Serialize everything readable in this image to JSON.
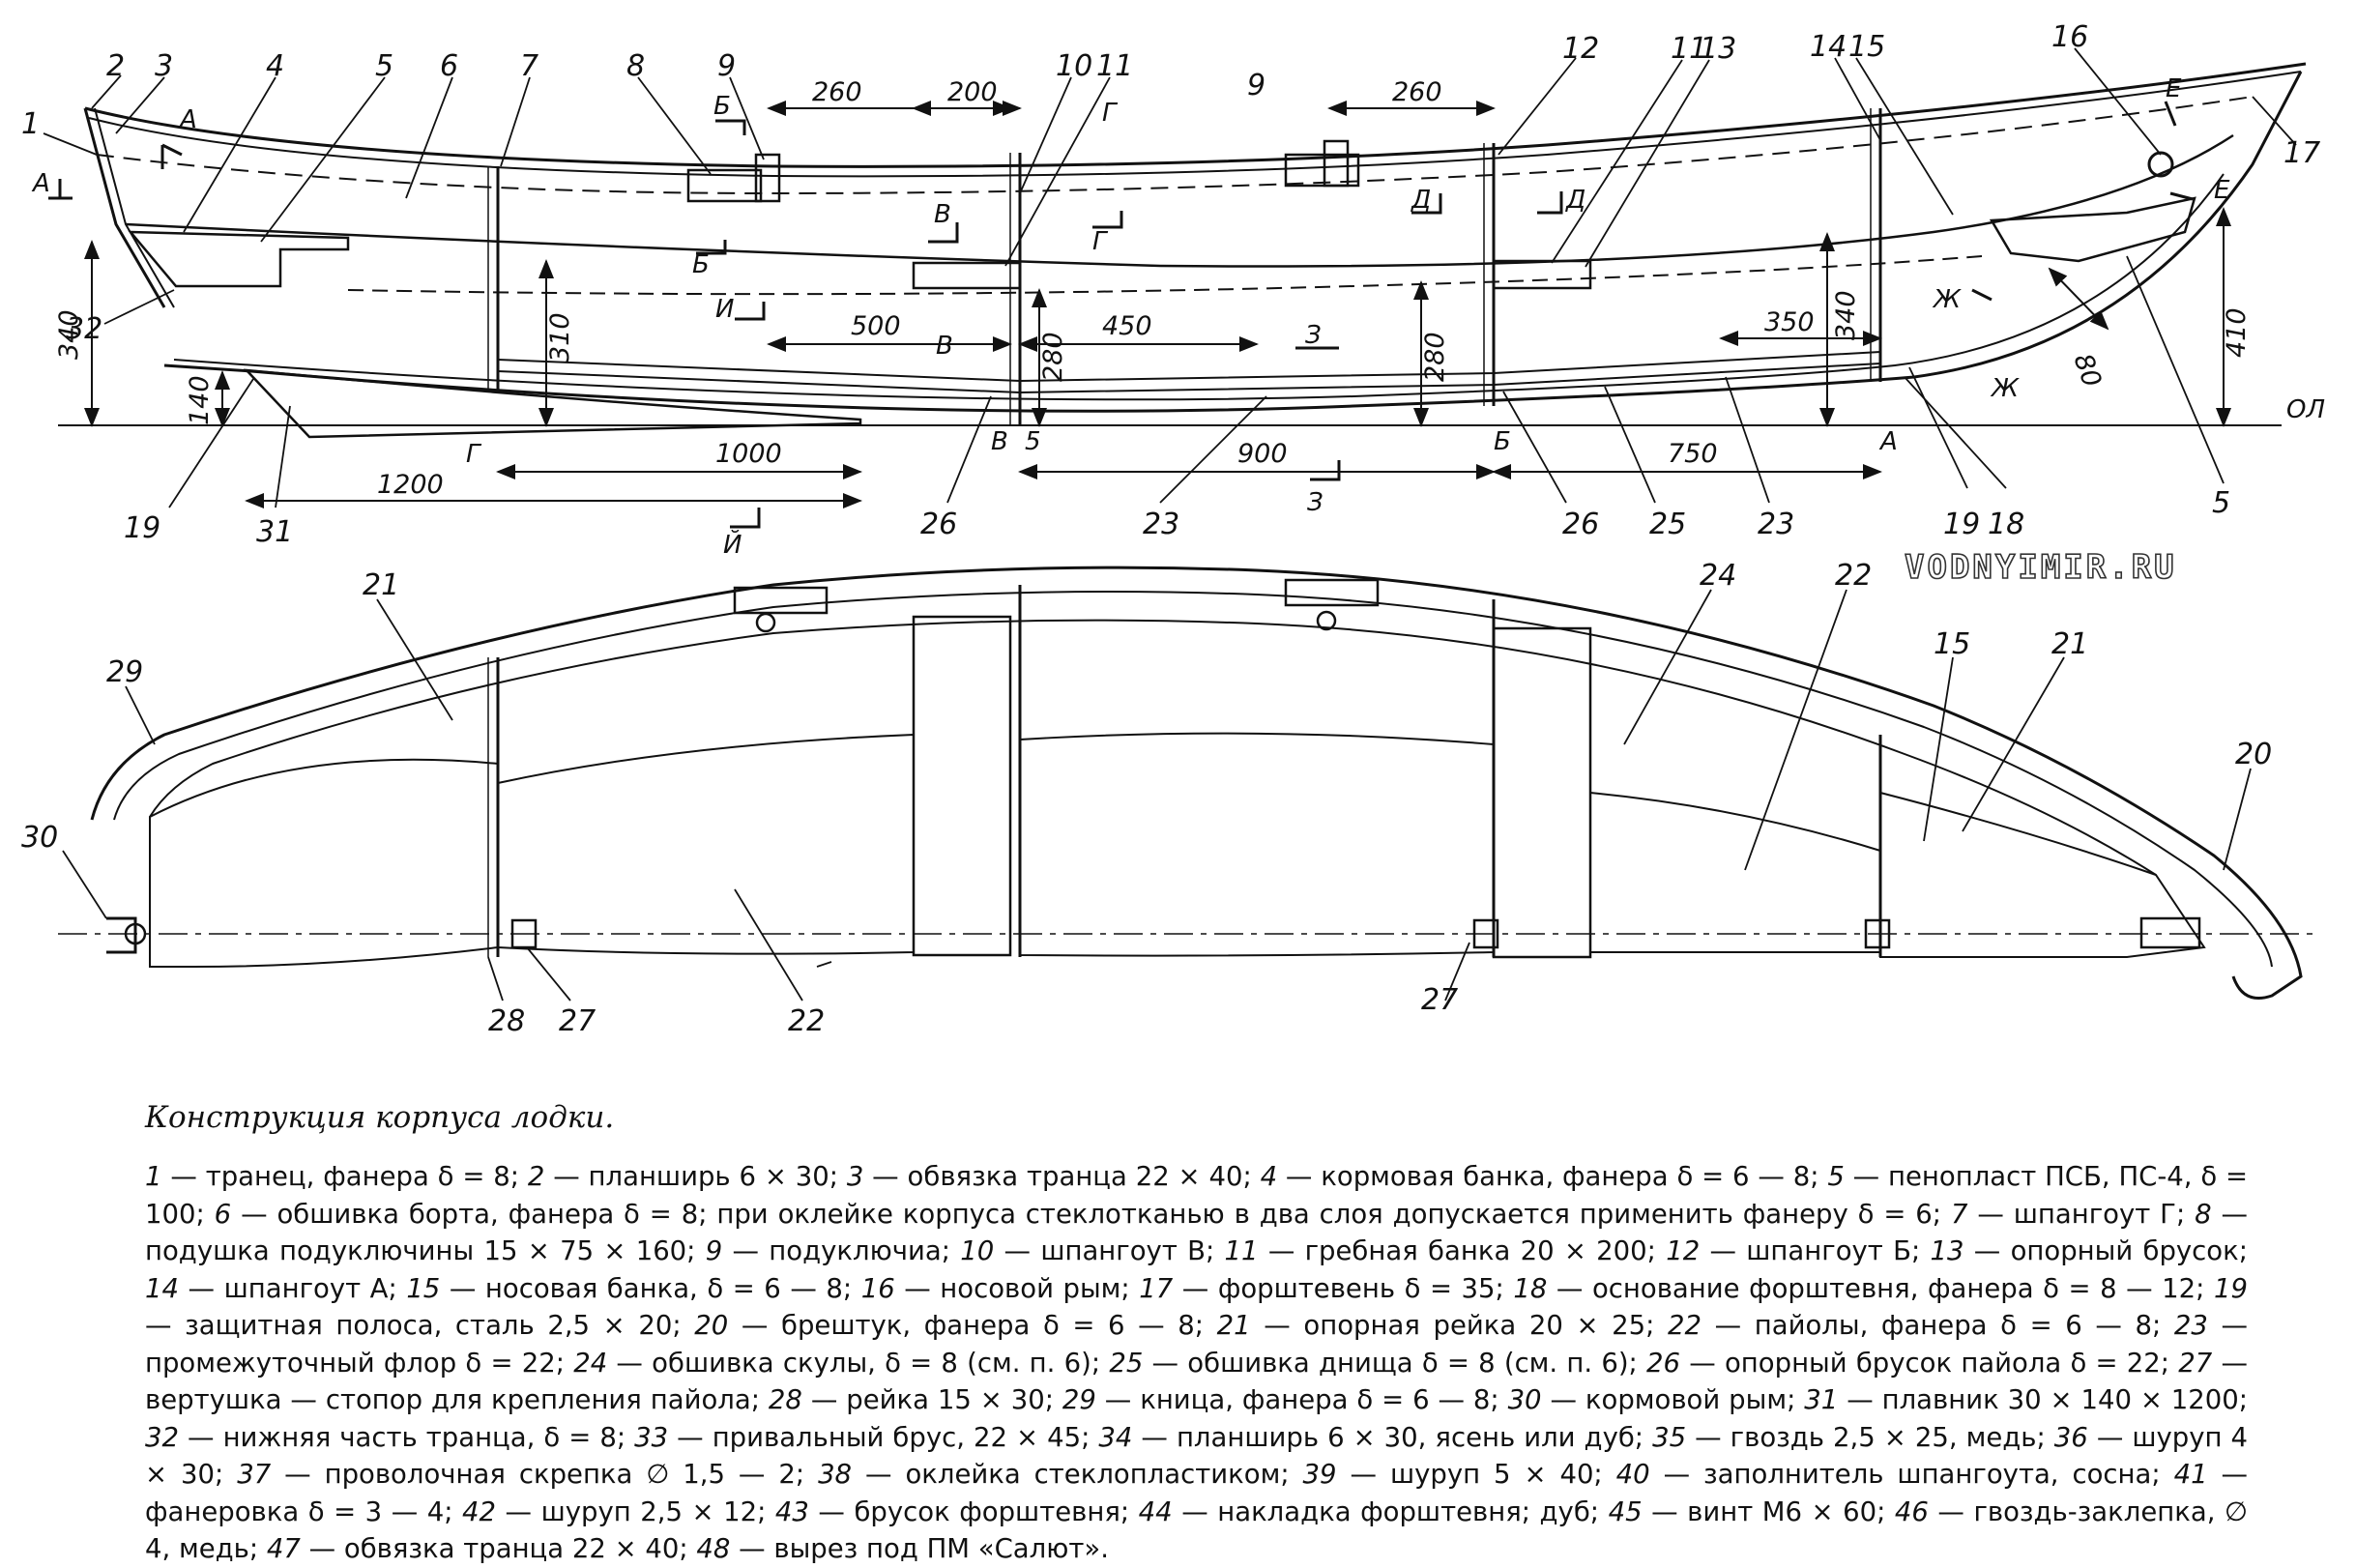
{
  "drawing": {
    "labels": {
      "l1": "1",
      "l2": "2",
      "l3": "3",
      "l4": "4",
      "l5": "5",
      "l6": "6",
      "l7": "7",
      "l8": "8",
      "l9": "9",
      "l10": "10",
      "l11": "11",
      "l12": "12",
      "l13": "13",
      "l14": "14",
      "l15": "15",
      "l16": "16",
      "l17": "17",
      "l18": "18",
      "l19": "19",
      "l20": "20",
      "l21": "21",
      "l22": "22",
      "l23": "23",
      "l24": "24",
      "l25": "25",
      "l26": "26",
      "l27": "27",
      "l28": "28",
      "l29": "29",
      "l30": "30",
      "l31": "31",
      "l32": "32"
    },
    "dimensions": {
      "d260": "260",
      "d200": "200",
      "d500": "500",
      "d450": "450",
      "d280": "280",
      "d310": "310",
      "d340": "340",
      "d140": "140",
      "d1000": "1000",
      "d1200": "1200",
      "d900": "900",
      "d750": "750",
      "d350": "350",
      "d410": "410",
      "d80": "80"
    },
    "sections": {
      "A": "А",
      "B": "Б",
      "V": "В",
      "G": "Г",
      "D": "Д",
      "E": "Е",
      "ZH": "Ж",
      "Z": "З",
      "I": "И",
      "IY": "Й",
      "OL": "ОЛ",
      "frameV5": "5"
    },
    "watermark": "VODNYIMIR.RU"
  },
  "caption": "Конструкция корпуса лодки.",
  "legend": [
    {
      "n": "1",
      "t": "транец, фанера δ = 8;"
    },
    {
      "n": "2",
      "t": "планширь 6 × 30;"
    },
    {
      "n": "3",
      "t": "обвязка транца 22 × 40;"
    },
    {
      "n": "4",
      "t": "кормовая банка, фанера δ = 6 — 8;"
    },
    {
      "n": "5",
      "t": "пенопласт ПСБ, ПС-4, δ = 100;"
    },
    {
      "n": "6",
      "t": "обшивка борта, фанера δ = 8; при оклейке корпуса стеклотканью в два слоя допускается применить фанеру δ = 6;"
    },
    {
      "n": "7",
      "t": "шпангоут Г;"
    },
    {
      "n": "8",
      "t": "подушка подуключины 15 × 75 × 160;"
    },
    {
      "n": "9",
      "t": "подуключиа;"
    },
    {
      "n": "10",
      "t": "шпангоут В;"
    },
    {
      "n": "11",
      "t": "гребная банка 20 × 200;"
    },
    {
      "n": "12",
      "t": "шпангоут Б;"
    },
    {
      "n": "13",
      "t": "опорный брусок;"
    },
    {
      "n": "14",
      "t": "шпангоут А;"
    },
    {
      "n": "15",
      "t": "носовая банка, δ = 6 — 8;"
    },
    {
      "n": "16",
      "t": "носовой рым;"
    },
    {
      "n": "17",
      "t": "форштевень δ = 35;"
    },
    {
      "n": "18",
      "t": "основание форштевня, фанера δ = 8 — 12;"
    },
    {
      "n": "19",
      "t": "защитная полоса, сталь 2,5 × 20;"
    },
    {
      "n": "20",
      "t": "брештук, фанера δ = 6 — 8;"
    },
    {
      "n": "21",
      "t": "опорная рейка 20 × 25;"
    },
    {
      "n": "22",
      "t": "пайолы, фанера δ = 6 — 8;"
    },
    {
      "n": "23",
      "t": "промежуточный флор δ = 22;"
    },
    {
      "n": "24",
      "t": "обшивка скулы, δ = 8 (см. п. 6);"
    },
    {
      "n": "25",
      "t": "обшивка днища δ = 8 (см. п. 6);"
    },
    {
      "n": "26",
      "t": "опорный брусок пайола δ = 22;"
    },
    {
      "n": "27",
      "t": "вертушка — стопор для крепления пайола;"
    },
    {
      "n": "28",
      "t": "рейка 15 × 30;"
    },
    {
      "n": "29",
      "t": "кница, фанера δ = 6 — 8;"
    },
    {
      "n": "30",
      "t": "кормовой рым;"
    },
    {
      "n": "31",
      "t": "плавник 30 × 140 × 1200;"
    },
    {
      "n": "32",
      "t": "нижняя часть транца, δ = 8;"
    },
    {
      "n": "33",
      "t": "привальный брус, 22 × 45;"
    },
    {
      "n": "34",
      "t": "планширь 6 × 30, ясень или дуб;"
    },
    {
      "n": "35",
      "t": "гвоздь 2,5 × 25, медь;"
    },
    {
      "n": "36",
      "t": "шуруп 4 × 30;"
    },
    {
      "n": "37",
      "t": "проволочная скрепка ∅ 1,5 — 2;"
    },
    {
      "n": "38",
      "t": "оклейка стеклопластиком;"
    },
    {
      "n": "39",
      "t": "шуруп 5 × 40;"
    },
    {
      "n": "40",
      "t": "заполнитель шпангоута, сосна;"
    },
    {
      "n": "41",
      "t": "фанеровка δ = 3 — 4;"
    },
    {
      "n": "42",
      "t": "шуруп 2,5 × 12;"
    },
    {
      "n": "43",
      "t": "брусок форштевня;"
    },
    {
      "n": "44",
      "t": "накладка форштевня; дуб;"
    },
    {
      "n": "45",
      "t": "винт М6 × 60;"
    },
    {
      "n": "46",
      "t": "гвоздь-заклепка, ∅ 4, медь;"
    },
    {
      "n": "47",
      "t": "обвязка транца 22 × 40;"
    },
    {
      "n": "48",
      "t": "вырез под ПМ «Салют»."
    }
  ]
}
